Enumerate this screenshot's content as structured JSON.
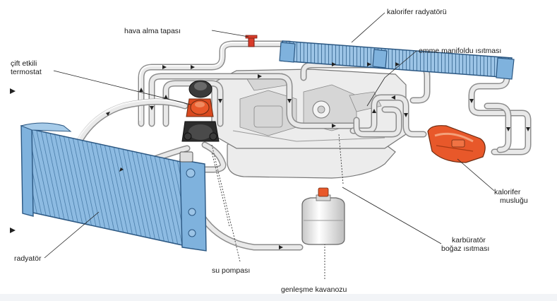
{
  "labels": {
    "hava_alma": "hava alma tapası",
    "kalorifer_radyatoru": "kalorifer radyatörü",
    "emme_manifoldu": "emme manifoldu ısıtması",
    "termostat_line1": "çift etkili",
    "termostat_line2": "termostat",
    "kalorifer_musluk_line1": "kalorifer",
    "kalorifer_musluk_line2": "musluğu",
    "karburator_line1": "karbüratör",
    "karburator_line2": "boğaz ısıtması",
    "radyator": "radyatör",
    "su_pompasi": "su pompası",
    "genlesme": "genleşme kavanozu"
  },
  "colors": {
    "radiator_blue": "#7fb2dd",
    "radiator_dark": "#3d6f9b",
    "heater_orange": "#e8582a",
    "hose_grey": "#8d8d8d",
    "cap_red": "#d83c2a"
  }
}
